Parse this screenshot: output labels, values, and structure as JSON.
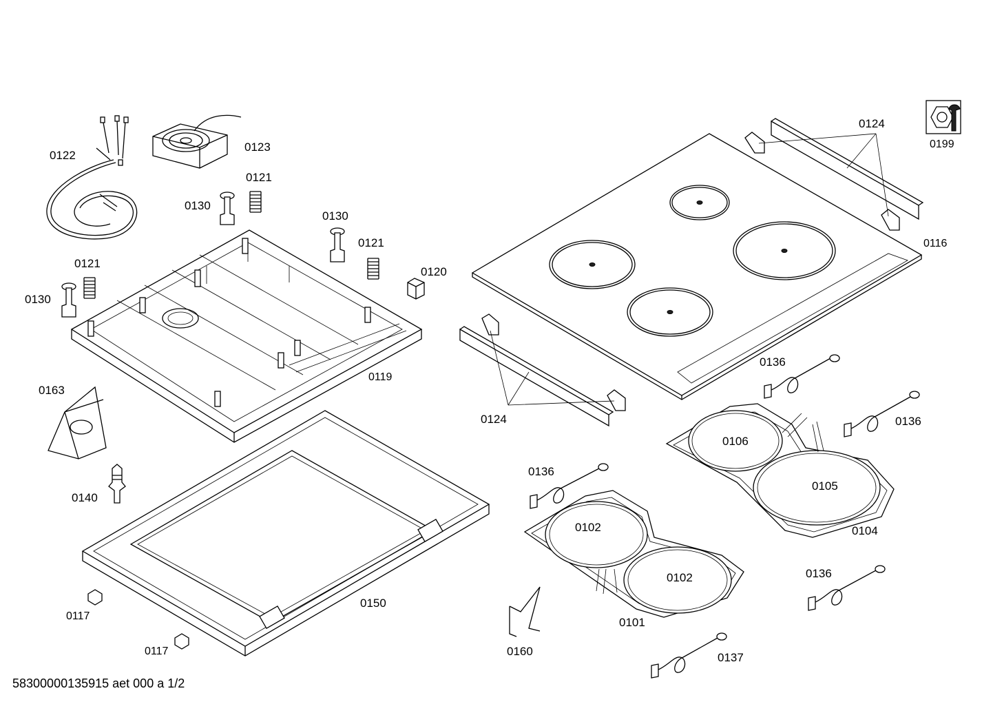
{
  "labels": {
    "p0122": "0122",
    "p0123": "0123",
    "p0121_a": "0121",
    "p0130_a": "0130",
    "p0130_b": "0130",
    "p0121_b": "0121",
    "p0121_c": "0121",
    "p0130_c": "0130",
    "p0120": "0120",
    "p0119": "0119",
    "p0163": "0163",
    "p0140": "0140",
    "p0150": "0150",
    "p0117_a": "0117",
    "p0117_b": "0117",
    "p0124_a": "0124",
    "p0199": "0199",
    "p0116": "0116",
    "p0124_b": "0124",
    "p0136_a": "0136",
    "p0136_b": "0136",
    "p0106": "0106",
    "p0105": "0105",
    "p0104": "0104",
    "p0136_c": "0136",
    "p0102_a": "0102",
    "p0102_b": "0102",
    "p0136_d": "0136",
    "p0101": "0101",
    "p0160": "0160",
    "p0137": "0137"
  },
  "footer": {
    "doc_id": "58300000135915 aet 000 a 1/2"
  },
  "icons": {
    "service_tool": "hex-nut-wrench-icon"
  }
}
